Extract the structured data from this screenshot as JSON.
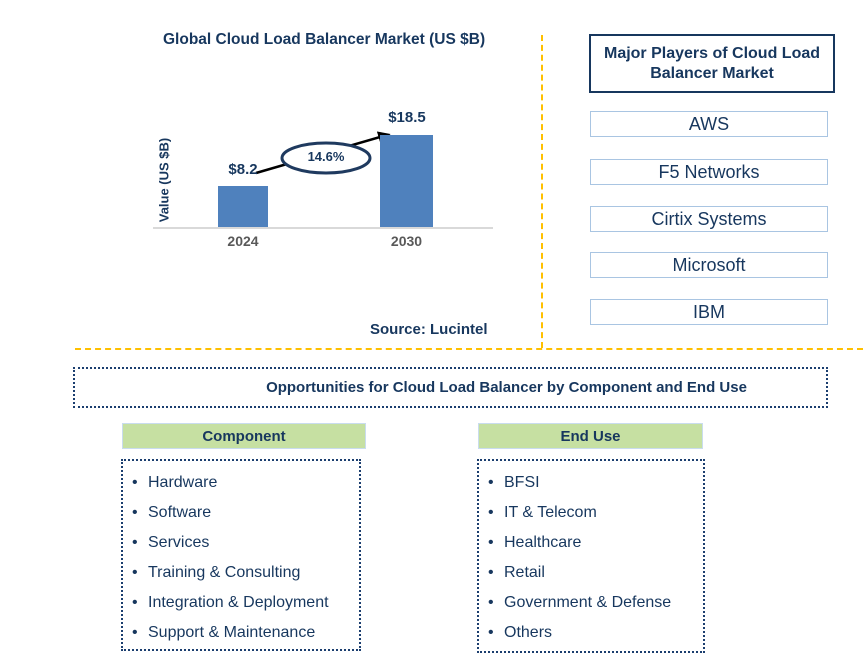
{
  "colors": {
    "navy": "#17375E",
    "bar_blue": "#4F81BD",
    "dashed_accent": "#FFC000",
    "green_header": "#C6E0A2",
    "axis_gray": "#595959",
    "player_box_border": "#A9C5E2"
  },
  "chart_data": {
    "type": "bar",
    "title": "Global Cloud Load Balancer Market (US $B)",
    "ylabel": "Value (US $B)",
    "xlabel": "",
    "categories": [
      "2024",
      "2030"
    ],
    "values": [
      8.2,
      18.5
    ],
    "bar_labels": [
      "$8.2",
      "$18.5"
    ],
    "cagr_label": "14.6%",
    "source": "Source: Lucintel",
    "legend_position": "none",
    "grid": false
  },
  "players_panel": {
    "title": "Major Players of Cloud Load Balancer Market",
    "players": [
      "AWS",
      "F5 Networks",
      "Cirtix Systems",
      "Microsoft",
      "IBM"
    ]
  },
  "opportunities": {
    "title": "Opportunities for Cloud Load Balancer by Component and End Use",
    "columns": [
      {
        "header": "Component",
        "items": [
          "Hardware",
          "Software",
          "Services",
          "Training & Consulting",
          "Integration & Deployment",
          "Support & Maintenance"
        ]
      },
      {
        "header": "End Use",
        "items": [
          "BFSI",
          "IT & Telecom",
          "Healthcare",
          "Retail",
          "Government & Defense",
          "Others"
        ]
      }
    ]
  }
}
